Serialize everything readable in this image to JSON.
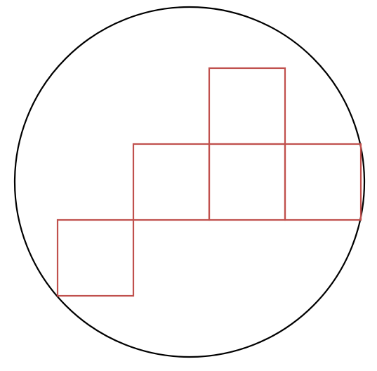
{
  "diagram": {
    "shape": "circle containing a staircase of five unit squares",
    "colors": {
      "circle_stroke": "#000000",
      "square_stroke": "#c0504d",
      "background": "#ffffff"
    },
    "squares": [
      {
        "id": "square-1",
        "col": 0,
        "row": 2
      },
      {
        "id": "square-2",
        "col": 1,
        "row": 1
      },
      {
        "id": "square-3",
        "col": 2,
        "row": 0
      },
      {
        "id": "square-4",
        "col": 2,
        "row": 1
      },
      {
        "id": "square-5",
        "col": 3,
        "row": 1
      }
    ]
  }
}
